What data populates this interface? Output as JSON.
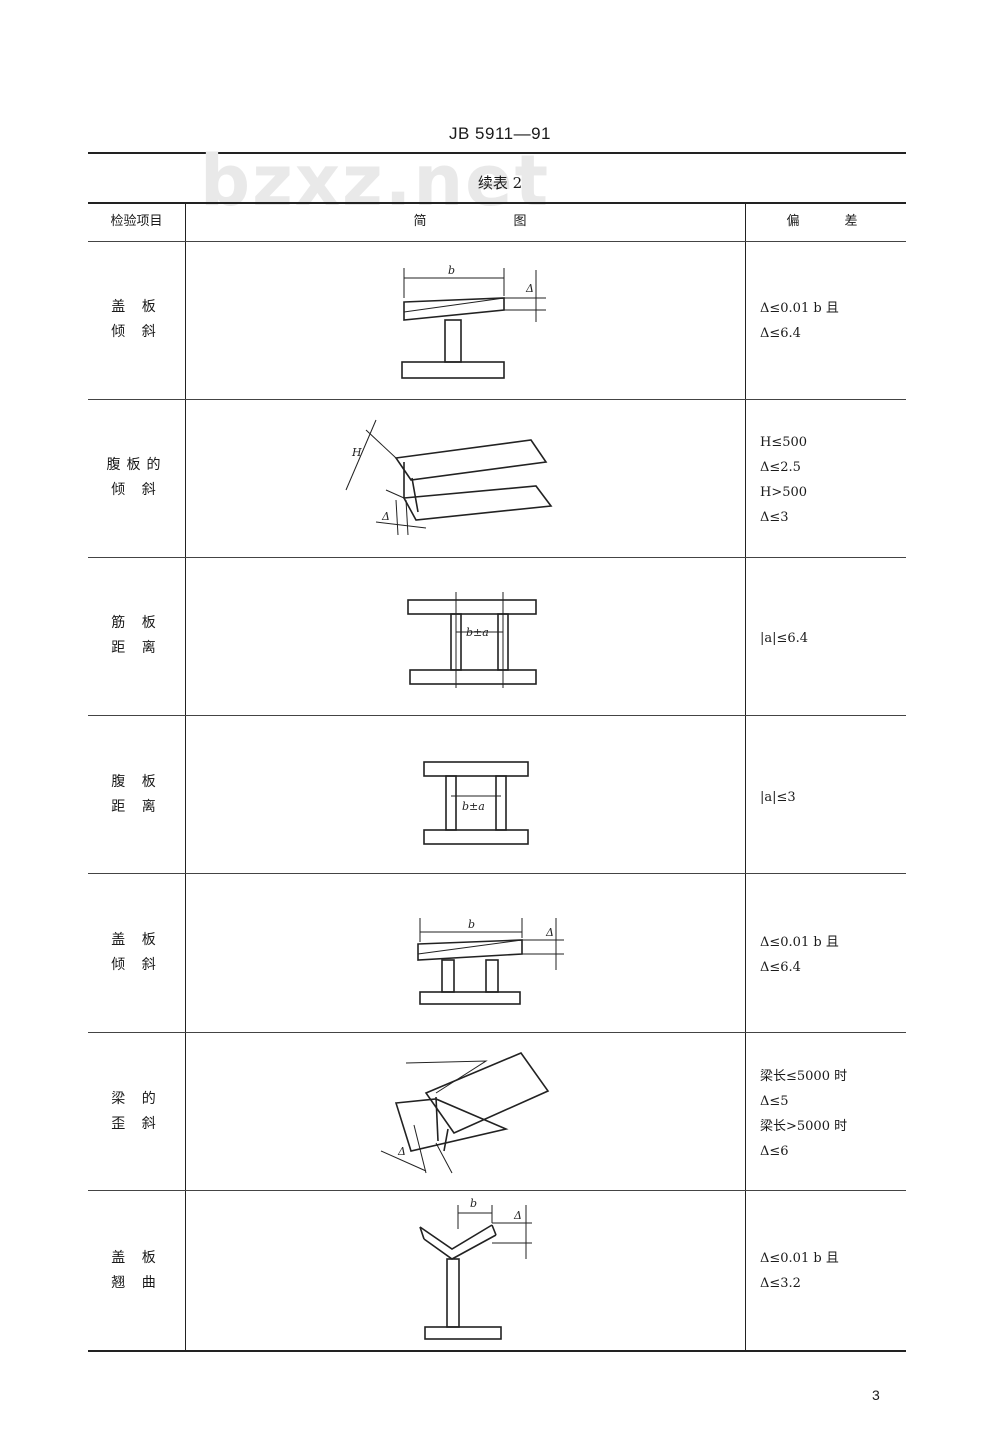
{
  "header": {
    "doc_code": "JB 5911—91",
    "watermark": "bzxz.net"
  },
  "table": {
    "title": "续表 2",
    "col_headers": {
      "item": "检验项目",
      "sketch_left": "简",
      "sketch_right": "图",
      "tol_left": "偏",
      "tol_right": "差"
    },
    "rows": [
      {
        "item": [
          "盖 板",
          "倾 斜"
        ],
        "tolerance": [
          "Δ≤0.01 b 且",
          "Δ≤6.4"
        ],
        "labels": {
          "b": "b",
          "d": "Δ"
        }
      },
      {
        "item": [
          "腹板的",
          "倾 斜"
        ],
        "tolerance": [
          "H≤500",
          "Δ≤2.5",
          "H>500",
          "Δ≤3"
        ],
        "labels": {
          "h": "H",
          "d": "Δ"
        }
      },
      {
        "item": [
          "筋 板",
          "距 离"
        ],
        "tolerance": [
          "|a|≤6.4"
        ],
        "labels": {
          "ba": "b±a"
        }
      },
      {
        "item": [
          "腹 板",
          "距 离"
        ],
        "tolerance": [
          "|a|≤3"
        ],
        "labels": {
          "ba": "b±a"
        }
      },
      {
        "item": [
          "盖 板",
          "倾 斜"
        ],
        "tolerance": [
          "Δ≤0.01 b 且",
          "Δ≤6.4"
        ],
        "labels": {
          "b": "b",
          "d": "Δ"
        }
      },
      {
        "item": [
          "梁 的",
          "歪 斜"
        ],
        "tolerance": [
          "梁长≤5000 时",
          "Δ≤5",
          "梁长>5000 时",
          "Δ≤6"
        ],
        "labels": {
          "d": "Δ"
        }
      },
      {
        "item": [
          "盖 板",
          "翘 曲"
        ],
        "tolerance": [
          "Δ≤0.01 b 且",
          "Δ≤3.2"
        ],
        "labels": {
          "b": "b",
          "d": "Δ"
        }
      }
    ]
  },
  "footer": {
    "page_number": "3"
  }
}
